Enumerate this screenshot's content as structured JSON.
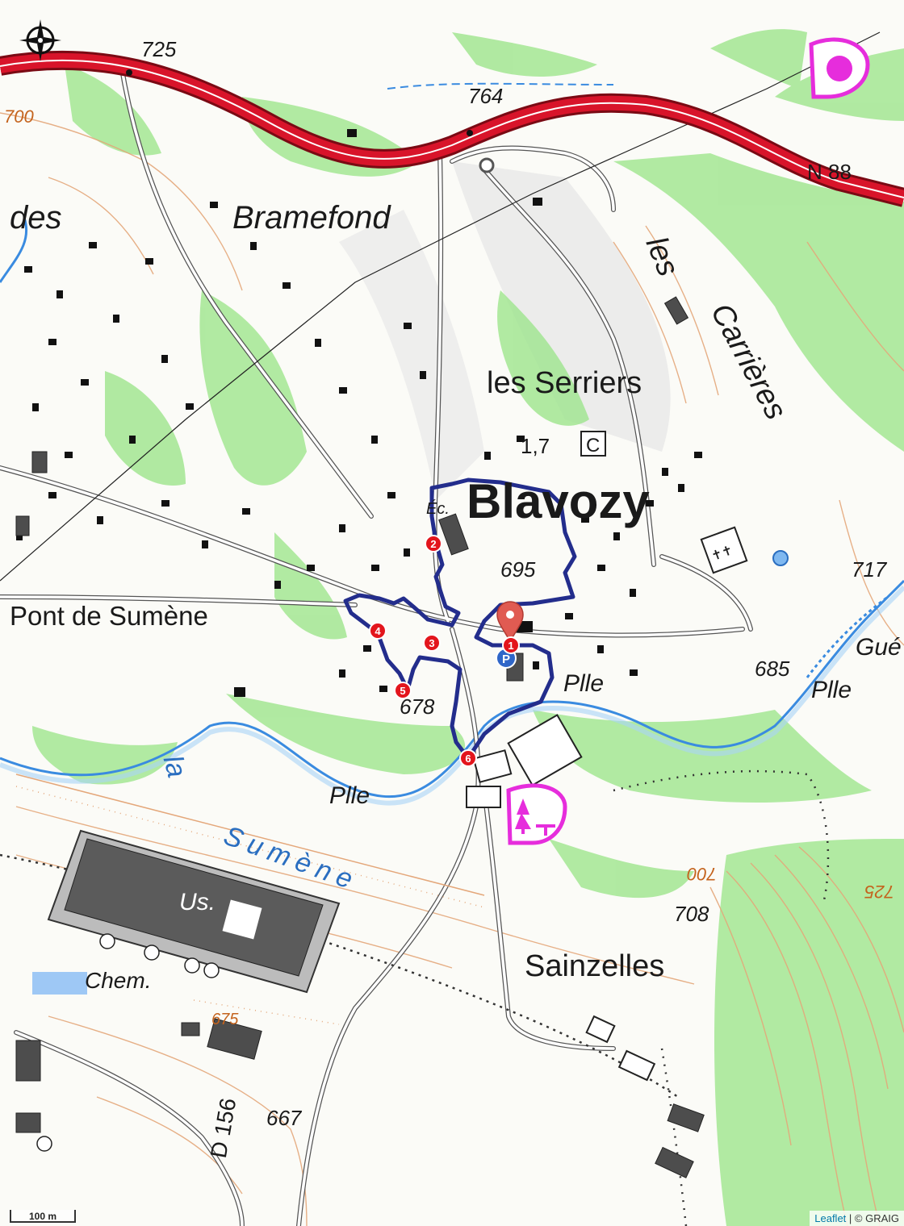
{
  "map": {
    "place_labels": {
      "bramefond": "Bramefond",
      "des": "des",
      "les": "les",
      "carrieres": "Carrières",
      "les_serriers": "les Serriers",
      "blavozy": "Blavozy",
      "ec": "Éc.",
      "pont_de_sumene": "Pont de Sumène",
      "pile1": "Plle",
      "pile2": "Plle",
      "pile3": "Plle",
      "gue": "Gué",
      "la_sumene_1": "la",
      "la_sumene_2": "Sumène",
      "usine": "Us.",
      "chem": "Chem.",
      "sainzelles": "Sainzelles",
      "road_n88": "N 88",
      "road_d156": "D 156",
      "c_box": "C",
      "km": "1,7",
      "parking": "P"
    },
    "elevations": {
      "e725": "725",
      "e764": "764",
      "e700": "700",
      "e695": "695",
      "e717": "717",
      "e685": "685",
      "e678": "678",
      "e708": "708",
      "e700b": "700",
      "e725b": "725",
      "e675": "675",
      "e667": "667"
    },
    "waypoints": [
      "1",
      "2",
      "3",
      "4",
      "5",
      "6"
    ],
    "colors": {
      "route": "#232d8c",
      "waypoint": "#e3151c",
      "highway": "#d8142a",
      "forest": "#a3e693",
      "water": "#3a8be0",
      "poi": "#e62ddc",
      "start_pin": "#e05b52"
    },
    "controls": {
      "compass_icon": "compass-rose-icon",
      "scale_label": "100 m"
    },
    "attribution": {
      "leaflet": "Leaflet",
      "separator": " | ",
      "copyright": "© GRAIG"
    }
  }
}
